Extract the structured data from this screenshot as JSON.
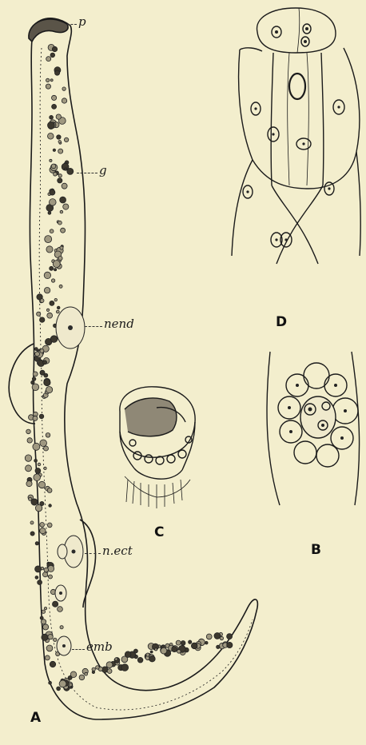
{
  "labels": {
    "p": "p",
    "g": "g",
    "nend": "nend",
    "nect": "n.ect",
    "emb": "emb"
  },
  "figures": {
    "a": "A",
    "b": "B",
    "c": "C",
    "d": "D"
  },
  "colors": {
    "background": "#f3eecd",
    "ink": "#1b1b1b",
    "cell_fill": "#c9c2a8"
  }
}
